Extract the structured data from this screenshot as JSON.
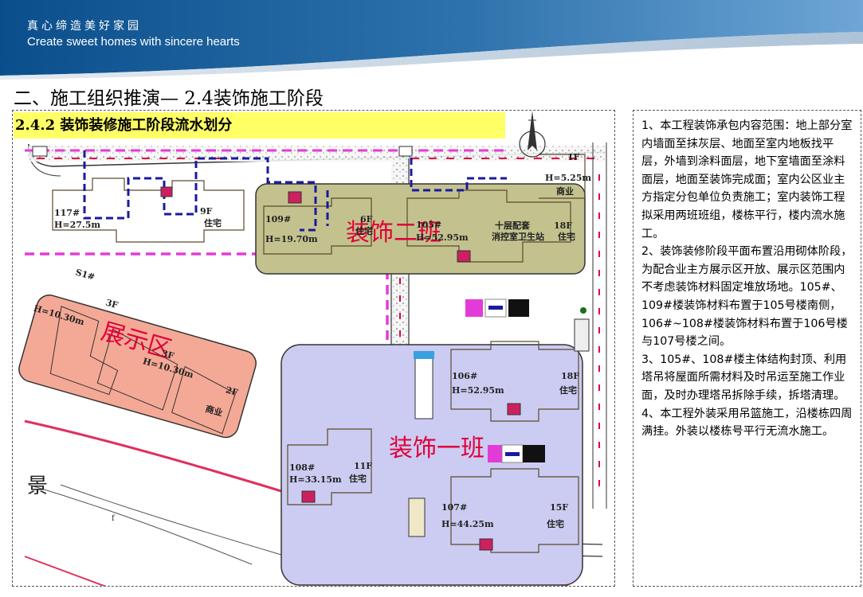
{
  "header": {
    "slogan_cn": "真心缔造美好家园",
    "slogan_en": "Create sweet homes with sincere hearts",
    "colors": {
      "band_dark": "#0a4f8c",
      "band_light": "#3f86c1"
    }
  },
  "slide": {
    "title": "二、施工组织推演— 2.4装饰施工阶段"
  },
  "plan": {
    "subtitle": "2.4.2 装饰装修施工阶段流水划分",
    "zones": {
      "team_two": "装饰二班",
      "team_one": "装饰一班",
      "display": "展示区"
    },
    "buildings": [
      {
        "id": "117#",
        "height": "H=27.5m",
        "use": "住宅",
        "floors": "9F"
      },
      {
        "id": "109#",
        "height": "H=19.70m",
        "use": "住宅",
        "floors": "6F"
      },
      {
        "id": "105#",
        "height": "H=52.95m",
        "use": "住宅",
        "floors": "18F",
        "note1": "十层配套",
        "note2": "消控室卫生站"
      },
      {
        "id": "S1#",
        "height": "H=10.30m",
        "use": "商业",
        "floors": "3F",
        "floors2": "3F",
        "floors3": "2F"
      },
      {
        "id": "106#",
        "height": "H=52.95m",
        "use": "住宅",
        "floors": "18F"
      },
      {
        "id": "108#",
        "height": "H=33.15m",
        "use": "住宅",
        "floors": "11F"
      },
      {
        "id": "107#",
        "height": "H=44.25m",
        "use": "住宅",
        "floors": "15F"
      }
    ],
    "misc": {
      "topright_floor": "1F",
      "topright_height": "H=5.25m",
      "topright_use": "商业",
      "left_label": "景",
      "small_mark": "f",
      "s1_height2": "H=10.30m"
    },
    "colors": {
      "team_two_fill": "#c3c28f",
      "team_one_fill": "#ccccf2",
      "display_fill": "#f4a996",
      "road_red": "#dd0044",
      "pipe_blue": "#1a1a9e",
      "magenta_line": "#e33bd8",
      "site_boundary": "#e0305e"
    }
  },
  "notes": {
    "items": [
      "1、本工程装饰承包内容范围：地上部分室内墙面至抹灰层、地面至室内地板找平层，外墙到涂料面层，地下室墙面至涂料面层，地面至装饰完成面；室内公区业主方指定分包单位负责施工；室内装饰工程拟采用两班班组，楼栋平行，楼内流水施工。",
      "2、装饰装修阶段平面布置沿用砌体阶段，为配合业主方展示区开放、展示区范围内不考虑装饰材料固定堆放场地。105#、109#楼装饰材料布置于105号楼南侧，106#~108#楼装饰材料布置于106号楼与107号楼之间。",
      "3、105#、108#楼主体结构封顶、利用塔吊将屋面所需材料及时吊运至施工作业面，及时办理塔吊拆除手续，拆塔清理。",
      "4、本工程外装采用吊篮施工，沿楼栋四周满挂。外装以楼栋号平行无流水施工。"
    ]
  }
}
